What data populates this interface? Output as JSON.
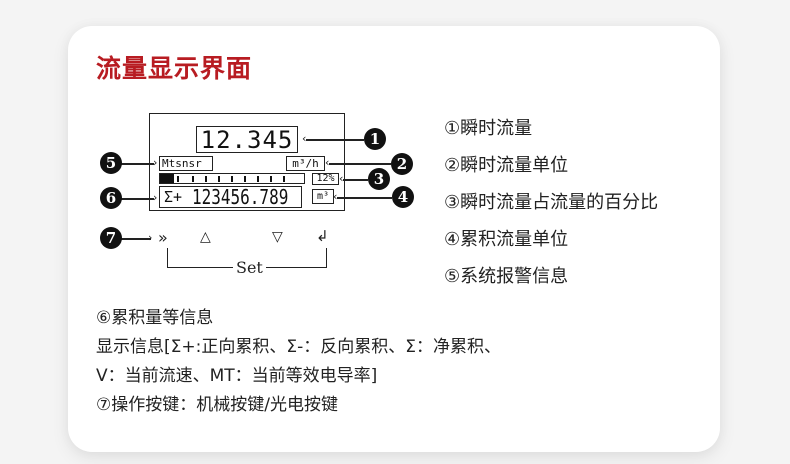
{
  "title": "流量显示界面",
  "lcd": {
    "instant_flow": "12.345",
    "alarm_text": "Mtsnsr",
    "flow_unit": "m³/h",
    "percent": "12%",
    "total_prefix": "Σ+",
    "total_value": "123456.789",
    "total_unit": "m³",
    "bar_fill_percent": 12
  },
  "markers": [
    "1",
    "2",
    "3",
    "4",
    "5",
    "6",
    "7"
  ],
  "keys": {
    "shift": "»",
    "up": "△",
    "down": "▽",
    "enter": "↲",
    "set_label": "Set"
  },
  "legend": [
    "①瞬时流量",
    "②瞬时流量单位",
    "③瞬时流量占流量的百分比",
    "④累积流量单位",
    "⑤系统报警信息"
  ],
  "notes": [
    "⑥累积量等信息",
    "显示信息[Σ+:正向累积、Σ-：反向累积、Σ：净累积、",
    "V：当前流速、MT：当前等效电导率]",
    "⑦操作按键：机械按键/光电按键"
  ],
  "colors": {
    "title": "#b81c22",
    "background": "#f4f4f4",
    "card": "#ffffff"
  }
}
